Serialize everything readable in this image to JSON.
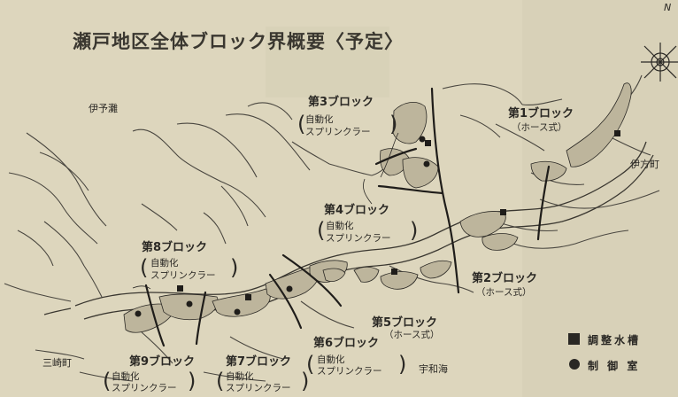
{
  "title": "瀬戸地区全体ブロック界概要〈予定〉",
  "places": {
    "iyonada": "伊予灘",
    "ikata": "伊方町",
    "misaki": "三崎町",
    "uwakai": "宇和海"
  },
  "compass": {
    "north": "N"
  },
  "blocks": [
    {
      "label": "第1ブロック",
      "method": "（ホース式）"
    },
    {
      "label": "第2ブロック",
      "method": "（ホース式）"
    },
    {
      "label": "第3ブロック",
      "method_line1": "自動化",
      "method_line2": "スプリンクラー"
    },
    {
      "label": "第4ブロック",
      "method_line1": "自動化",
      "method_line2": "スプリンクラー"
    },
    {
      "label": "第5ブロック",
      "method": "（ホース式）"
    },
    {
      "label": "第6ブロック",
      "method_line1": "自動化",
      "method_line2": "スプリンクラー"
    },
    {
      "label": "第7ブロック",
      "method_line1": "自動化",
      "method_line2": "スプリンクラー"
    },
    {
      "label": "第8ブロック",
      "method_line1": "自動化",
      "method_line2": "スプリンクラー"
    },
    {
      "label": "第9ブロック",
      "method_line1": "自動化",
      "method_line2": "スプリンクラー"
    }
  ],
  "legend": {
    "tank": "調整水槽",
    "control": "制 御 室"
  },
  "colors": {
    "background": "#ddd6bd",
    "ink": "#2a2824",
    "contour": "#4a4740"
  }
}
